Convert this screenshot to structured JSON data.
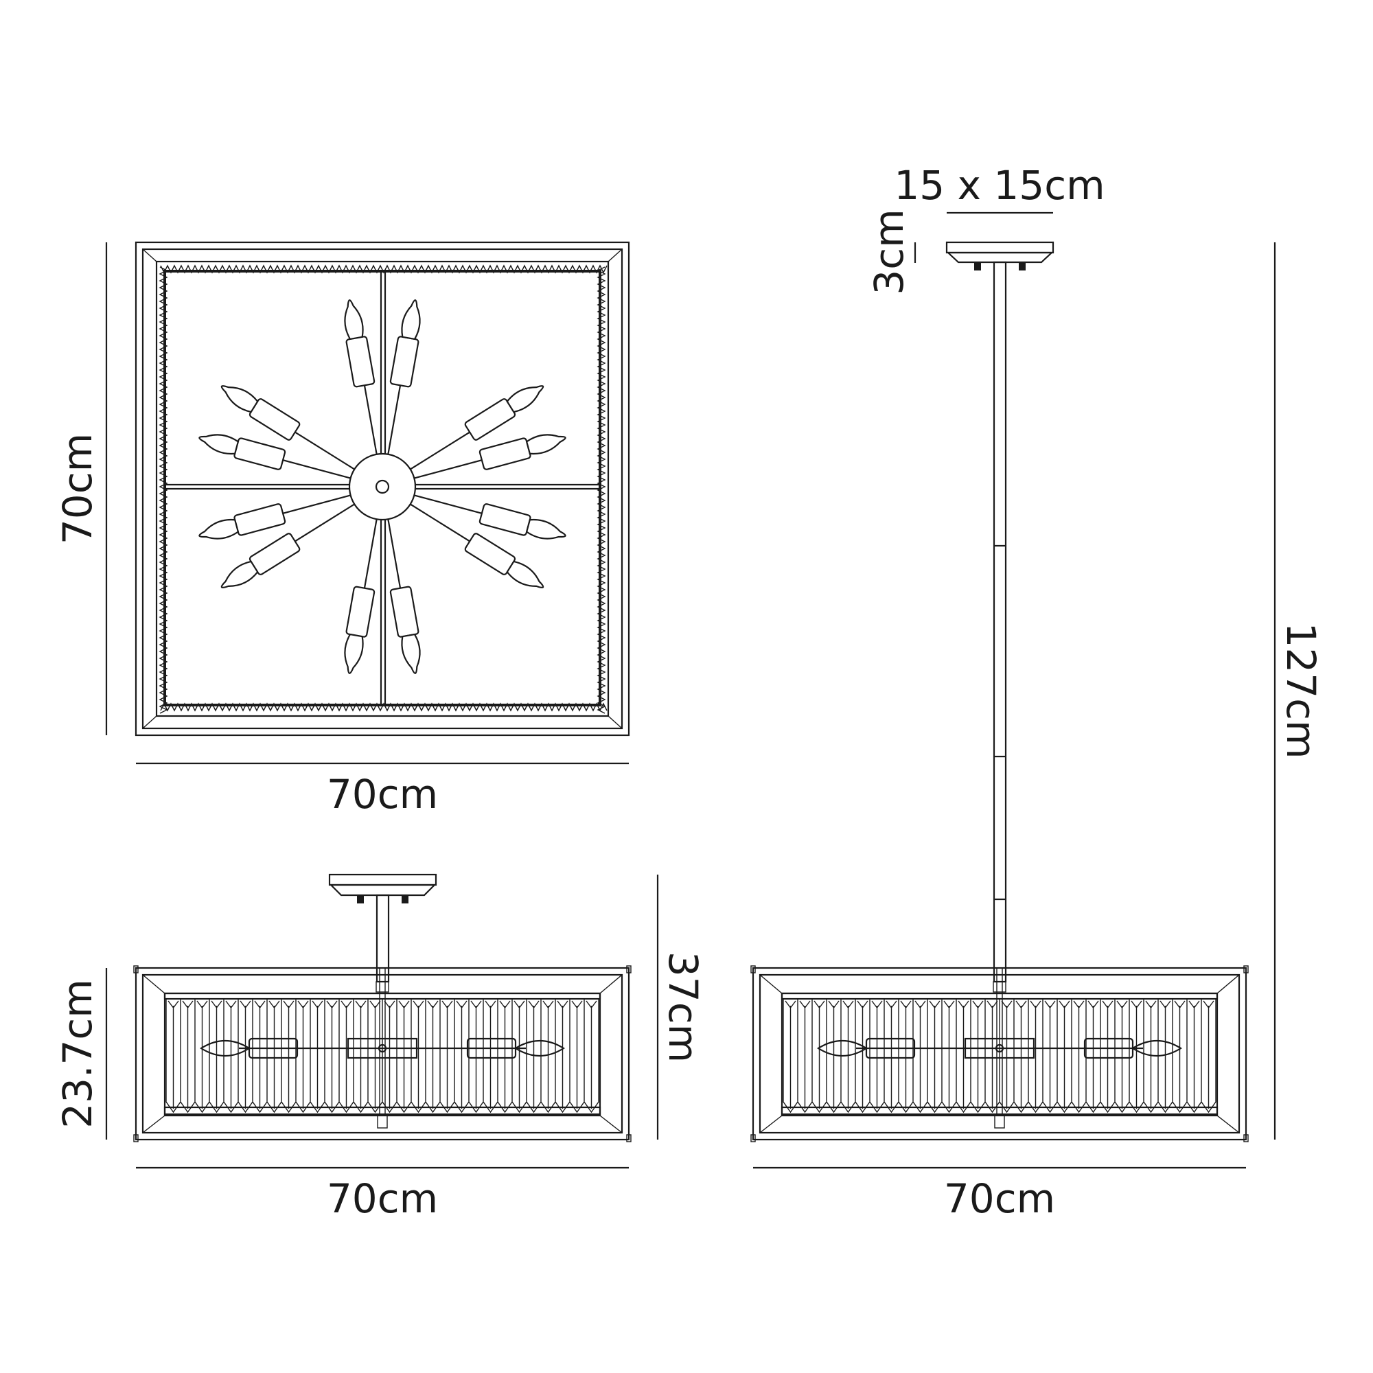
{
  "dimensions": {
    "plan_height": "70cm",
    "plan_width": "70cm",
    "semi_body_height": "23.7cm",
    "semi_total_height": "37cm",
    "semi_width": "70cm",
    "canopy_size": "15 x 15cm",
    "canopy_depth": "3cm",
    "pendant_total_height": "127cm",
    "pendant_width": "70cm"
  },
  "colors": {
    "line": "#1a1a1a",
    "background": "#ffffff"
  }
}
